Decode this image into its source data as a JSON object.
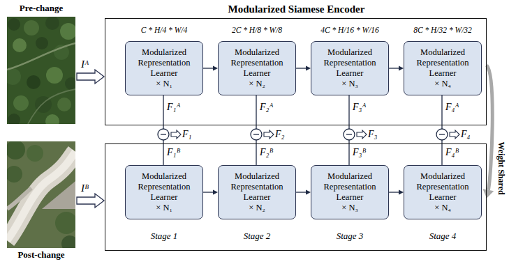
{
  "diagram": {
    "nodes": [
      {
        "text": [
          "Modularized Siamese Encoder",
          "C * H/4 * W/4",
          "2C * H/8 * W/8",
          "4C * H/16 * W/16",
          "8C * H/32 * W/32"
        ]
      },
      {
        "text": [
          "Modularized Representation Learner",
          "× N₁"
        ],
        "in": 0
      },
      {
        "text": [
          "Modularized Representation Learner",
          "× N₂"
        ],
        "in": 0
      },
      {
        "text": [
          "Modularized Representation Learner",
          "× N₃"
        ],
        "in": 0
      },
      {
        "text": [
          "Modularized Representation Learner",
          "× N₄"
        ],
        "in": 0
      },
      {
        "text": [
          "Stage 1",
          "Stage 2",
          "Stage 3",
          "Stage 4"
        ]
      },
      {
        "text": [
          "Modularized Representation Learner",
          "× N₁"
        ],
        "in": 5
      },
      {
        "text": [
          "Modularized Representation Learner",
          "× N₂"
        ],
        "in": 5
      },
      {
        "text": [
          "Modularized Representation Learner",
          "× N₃"
        ],
        "in": 5
      },
      {
        "text": [
          "Modularized Representation Learner",
          "× N₄"
        ],
        "in": 5
      }
    ],
    "edges": [
      {
        "from": 1,
        "to": 2,
        "arrow": "to"
      },
      {
        "from": 2,
        "to": 3,
        "arrow": "to"
      },
      {
        "from": 3,
        "to": 4,
        "arrow": "to"
      },
      {
        "from": 6,
        "to": 7,
        "arrow": "to"
      },
      {
        "from": 7,
        "to": 8,
        "arrow": "to"
      },
      {
        "from": 8,
        "to": 9,
        "arrow": "to"
      },
      {
        "from": 0,
        "to": 5,
        "label": "Weight Shared",
        "arrow": "to"
      }
    ],
    "labels": [
      "Pre-change",
      "Iᴬ",
      "F₁ᴬ",
      "F₂ᴬ",
      "F₃ᴬ",
      "F₄ᴬ",
      "F₁",
      "F₂",
      "F₃",
      "F₄",
      "F₁ᴮ",
      "F₂ᴮ",
      "F₃ᴮ",
      "F₄ᴮ",
      "Iᴮ",
      "Post-change"
    ]
  }
}
